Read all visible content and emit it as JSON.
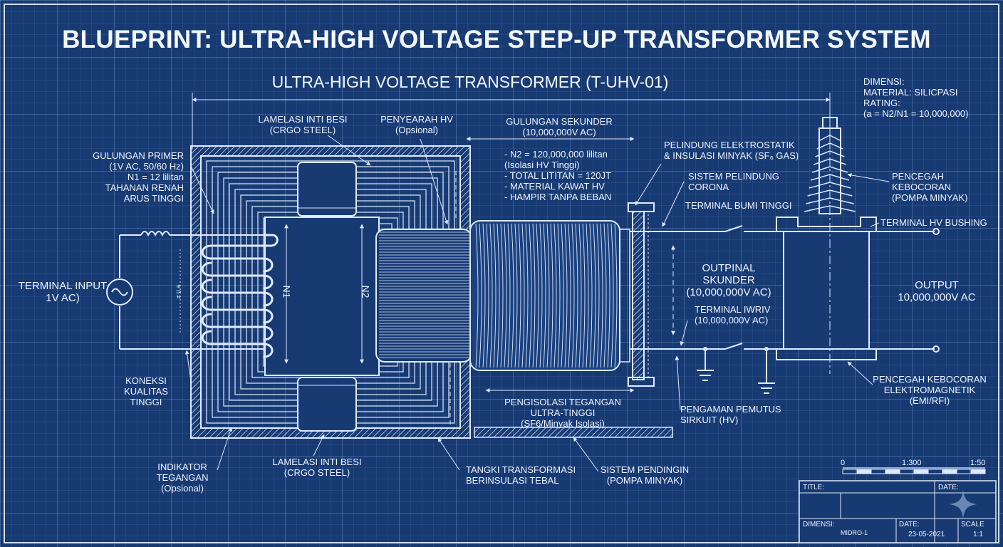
{
  "title": "BLUEPRINT: ULTRA-HIGH VOLTAGE STEP-UP TRANSFORMER SYSTEM",
  "subtitle": "ULTRA-HIGH VOLTAGE TRANSFORMER (T-UHV-01)",
  "spec_block": [
    "DIMENSI:",
    "MATERIAL: SILICPASI",
    "RATING:",
    "(a = N2/N1 = 10,000,000)"
  ],
  "labels": {
    "core_top": [
      "LAMELASI INTI BESI",
      "(CRGO STEEL)"
    ],
    "rectifier": [
      "PENYEARAH HV",
      "(Opsional)"
    ],
    "secondary_winding": [
      "GULUNGAN SEKUNDER",
      "(10,000,000V AC)"
    ],
    "primary_winding": [
      "GULUNGAN PRIMER",
      "(1V AC, 50/60 Hz)",
      "N1 = 12 lilitan",
      "TAHANAN RENAH",
      "ARUS TINGGI"
    ],
    "secondary_notes": [
      "- N2 = 120,000,000 lilitan",
      "(Isolasi HV Tinggi)",
      "- TOTAL LITITAN = 120JT",
      "- MATERIAL KAWAT HV",
      "- HAMPIR TANPA BEBAN"
    ],
    "electrostatic_shield": [
      "PELINDUNG ELEKTROSTATIK",
      "& INSULASI MINYAK (SF₆ GAS)"
    ],
    "corona": [
      "SISTEM PELINDUNG",
      "CORONA"
    ],
    "ground_terminal_high": "TERMINAL BUMI TINGGI",
    "leak_top": [
      "PENCEGAH",
      "KEBOCORAN",
      "(POMPA MINYAK)"
    ],
    "hv_bushing": "TERMINAL HV BUSHING",
    "terminal_input": [
      "TERMINAL INPUT",
      "1V AC)"
    ],
    "n1_axis": "N1",
    "n2_axis": "N2",
    "output_secondary": [
      "OUTPINAL",
      "SKUNDER",
      "(10,000,000V AC)"
    ],
    "terminal_return": [
      "TERMINAL IWRIV",
      "(10,000,000V AC)"
    ],
    "output": [
      "OUTPUT",
      "10,000,000V AC"
    ],
    "connection": [
      "KONEKSI",
      "KUALITAS",
      "TINGGI"
    ],
    "insulation": [
      "PENGISOLASI TEGANGAN",
      "ULTRA-TINGGI",
      "(SF6/Minyak Isolasi)"
    ],
    "breaker": [
      "PENGAMAN PEMUTUS",
      "SIRKUIT (HV)"
    ],
    "leak_bottom": [
      "PENCEGAH KEBOCORAN",
      "ELEKTROMAGNETIK",
      "(EMI/RFI)"
    ],
    "indicator": [
      "INDIKATOR",
      "TEGANGAN",
      "(Opsional)"
    ],
    "core_bottom": [
      "LAMELASI INTI BESI",
      "(CRGO STEEL)"
    ],
    "tank": [
      "TANGKI TRANSFORMASI",
      "BERINSULASI TEBAL"
    ],
    "cooling": [
      "SISTEM PENDINGIN",
      "(POMPA MINYAK)"
    ],
    "coil_mark": "≡ ñ ≠"
  },
  "scale_bar": {
    "left": "0",
    "mid": "1:300",
    "right": "1:50"
  },
  "title_block": {
    "title_label": "TITLE:",
    "date_label": "DATE:",
    "dimensi_label": "DIMENSI:",
    "dimensi_value": "MIDRO-1",
    "date2_label": "DATE:",
    "date_value": "23-05-2021",
    "scale_label": "SCALE",
    "scale_value": "1:1"
  },
  "colors": {
    "background": "#173a73",
    "line": "#dfeaff",
    "text": "#eef4ff"
  }
}
